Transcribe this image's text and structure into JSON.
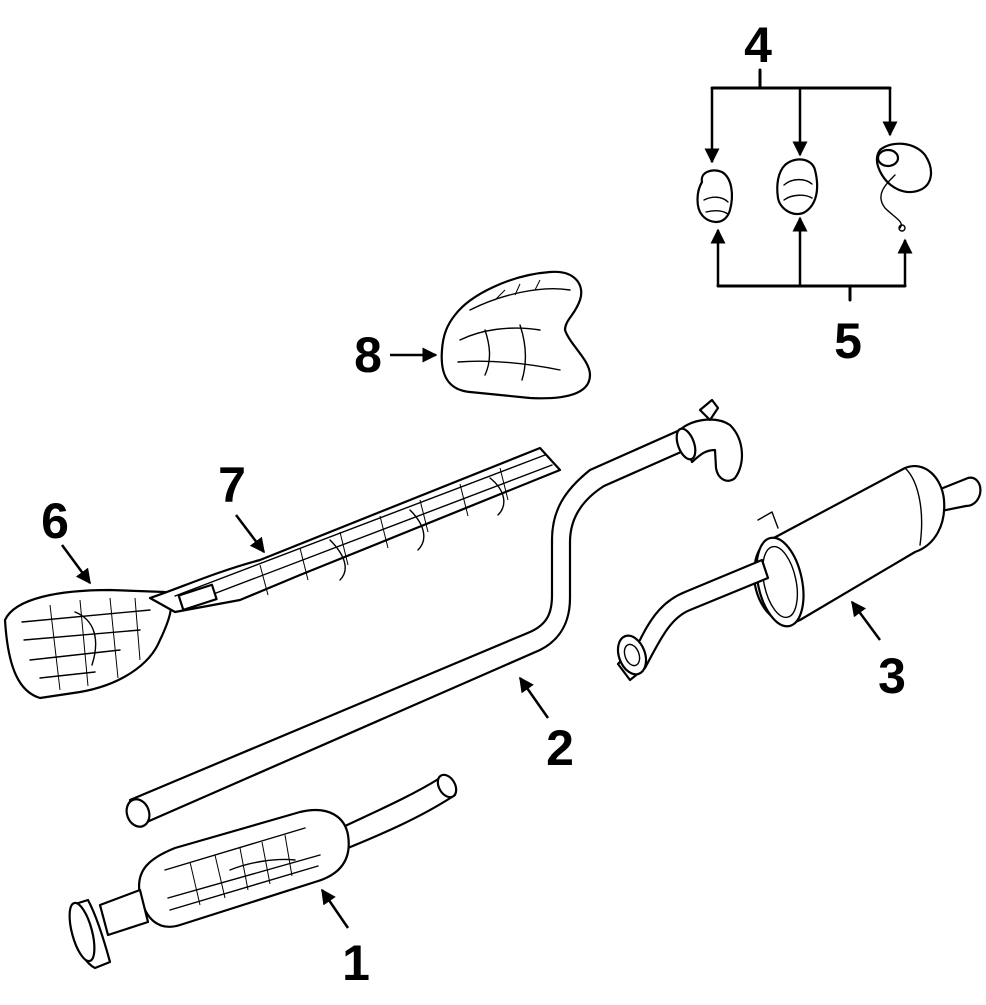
{
  "diagram": {
    "background": "#ffffff",
    "line_color": "#000000",
    "callouts": [
      {
        "id": "1",
        "label": "1"
      },
      {
        "id": "2",
        "label": "2"
      },
      {
        "id": "3",
        "label": "3"
      },
      {
        "id": "4",
        "label": "4"
      },
      {
        "id": "5",
        "label": "5"
      },
      {
        "id": "6",
        "label": "6"
      },
      {
        "id": "7",
        "label": "7"
      },
      {
        "id": "8",
        "label": "8"
      }
    ]
  }
}
